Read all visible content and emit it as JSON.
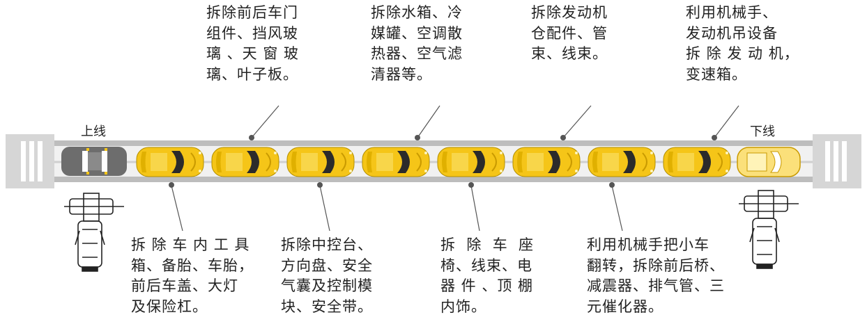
{
  "line": {
    "start_label": "上线",
    "end_label": "下线"
  },
  "top_steps": [
    {
      "text": "拆除前后车门\n组件、挡风玻\n璃 、天 窗 玻\n璃、叶子板。"
    },
    {
      "text": "拆除水箱、冷\n媒罐、空调散\n热器、空气滤\n清器等。"
    },
    {
      "text": "拆除发动机\n仓配件、管\n束、线束。"
    },
    {
      "text": "利用机械手、\n发动机吊设备\n拆 除 发 动 机，\n变速箱。"
    }
  ],
  "bottom_steps": [
    {
      "text": "拆 除 车 内 工 具\n箱、备胎、车胎，\n前后车盖、大灯\n及保险杠。"
    },
    {
      "text": "拆除中控台、\n方向盘、安全\n气囊及控制模\n块、安全带。"
    },
    {
      "text": "拆  除  车  座\n椅、线束、电\n器 件 、顶 棚\n内饰。"
    },
    {
      "text": "利用机械手把小车\n翻转，拆除前后桥、\n减震器、排气管、三\n元催化器。"
    }
  ],
  "colors": {
    "car_body": "#F5C518",
    "car_dark": "#2b2b2b",
    "first_car": "#6d6d6d",
    "rail": "#bdbdbd",
    "track": "#f1f1f1",
    "leader": "#555555"
  }
}
